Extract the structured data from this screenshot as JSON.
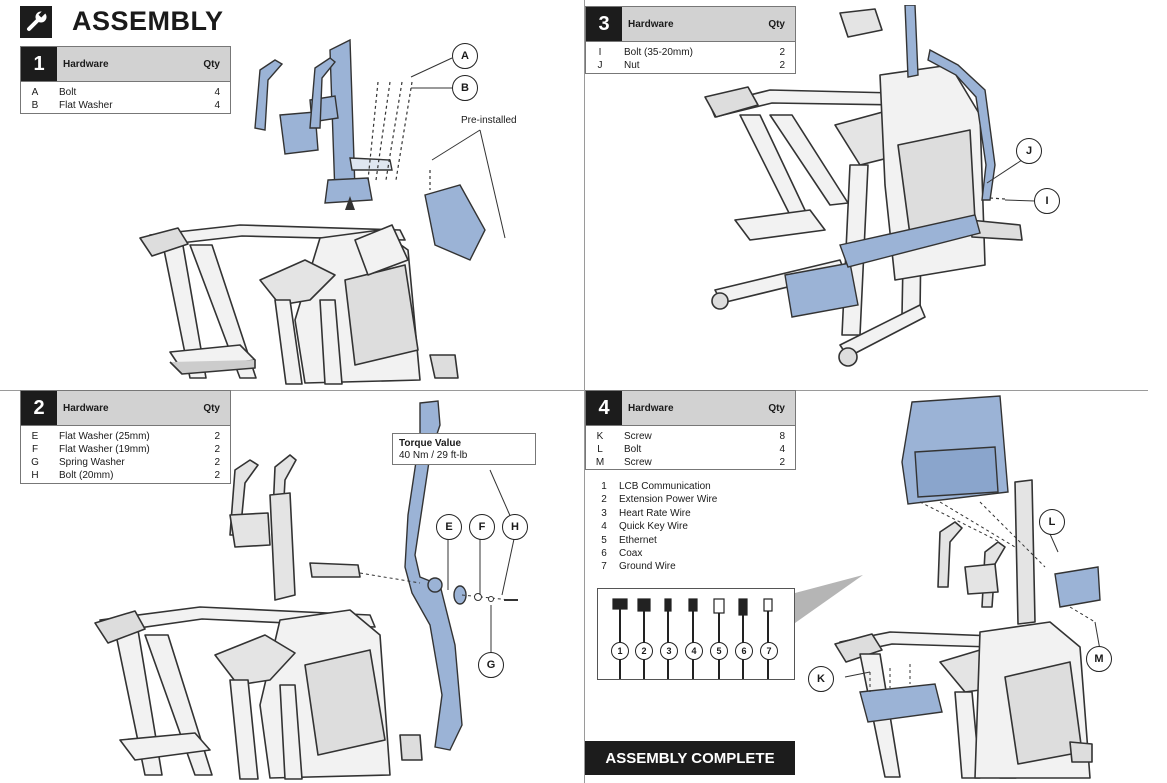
{
  "header": {
    "title": "ASSEMBLY",
    "icon": "wrench-icon"
  },
  "colors": {
    "part_blue": "#9bb3d6",
    "line": "#333333",
    "header_gray": "#d2d2d2",
    "dark": "#1c1c1c"
  },
  "steps": [
    {
      "number": "1",
      "title": "Hardware",
      "qty_label": "Qty",
      "items": [
        {
          "key": "A",
          "name": "Bolt",
          "qty": "4"
        },
        {
          "key": "B",
          "name": "Flat Washer",
          "qty": "4"
        }
      ]
    },
    {
      "number": "2",
      "title": "Hardware",
      "qty_label": "Qty",
      "items": [
        {
          "key": "E",
          "name": "Flat Washer (25mm)",
          "qty": "2"
        },
        {
          "key": "F",
          "name": "Flat Washer (19mm)",
          "qty": "2"
        },
        {
          "key": "G",
          "name": "Spring Washer",
          "qty": "2"
        },
        {
          "key": "H",
          "name": "Bolt (20mm)",
          "qty": "2"
        }
      ]
    },
    {
      "number": "3",
      "title": "Hardware",
      "qty_label": "Qty",
      "items": [
        {
          "key": "I",
          "name": "Bolt (35-20mm)",
          "qty": "2"
        },
        {
          "key": "J",
          "name": "Nut",
          "qty": "2"
        }
      ]
    },
    {
      "number": "4",
      "title": "Hardware",
      "qty_label": "Qty",
      "items": [
        {
          "key": "K",
          "name": "Screw",
          "qty": "8"
        },
        {
          "key": "L",
          "name": "Bolt",
          "qty": "4"
        },
        {
          "key": "M",
          "name": "Screw",
          "qty": "2"
        }
      ]
    }
  ],
  "step1_labels": {
    "pre_installed": "Pre-installed",
    "callouts": [
      "A",
      "B"
    ]
  },
  "step2_labels": {
    "torque_title": "Torque Value",
    "torque_value": "40 Nm / 29 ft-lb",
    "callouts": [
      "E",
      "F",
      "H",
      "G"
    ]
  },
  "step3_labels": {
    "callouts": [
      "J",
      "I"
    ]
  },
  "step4_labels": {
    "callouts": [
      "L",
      "M",
      "K"
    ],
    "wires": [
      {
        "num": "1",
        "name": "LCB Communication"
      },
      {
        "num": "2",
        "name": "Extension Power Wire"
      },
      {
        "num": "3",
        "name": "Heart Rate Wire"
      },
      {
        "num": "4",
        "name": "Quick Key Wire"
      },
      {
        "num": "5",
        "name": "Ethernet"
      },
      {
        "num": "6",
        "name": "Coax"
      },
      {
        "num": "7",
        "name": "Ground Wire"
      }
    ],
    "connector_numbers": [
      "1",
      "2",
      "3",
      "4",
      "5",
      "6",
      "7"
    ],
    "complete_banner": "ASSEMBLY COMPLETE"
  }
}
